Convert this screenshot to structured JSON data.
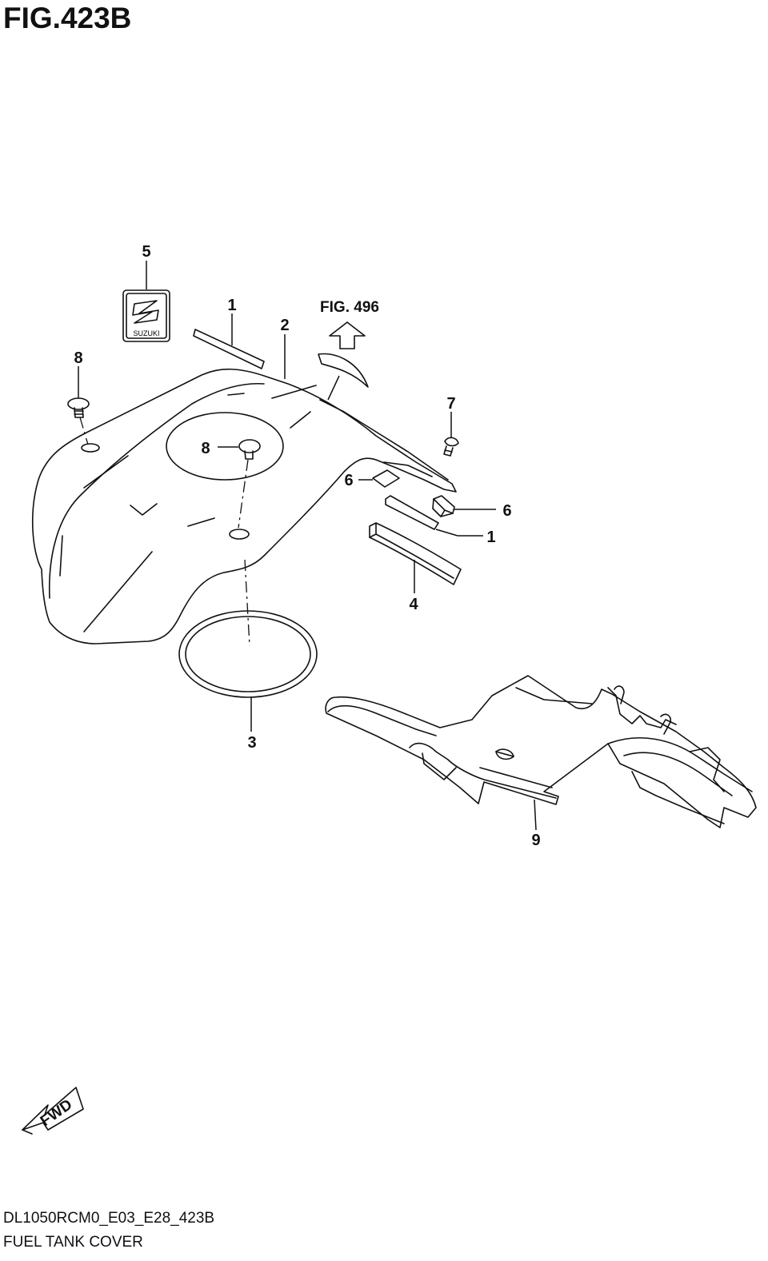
{
  "figure": {
    "title": "FIG.423B",
    "reference_link": "FIG. 496",
    "fwd_label": "FWD",
    "emblem_text": "SUZUKI"
  },
  "callouts": [
    {
      "id": "callout-5",
      "label": "5"
    },
    {
      "id": "callout-1a",
      "label": "1"
    },
    {
      "id": "callout-2",
      "label": "2"
    },
    {
      "id": "callout-8a",
      "label": "8"
    },
    {
      "id": "callout-8b",
      "label": "8"
    },
    {
      "id": "callout-7",
      "label": "7"
    },
    {
      "id": "callout-6a",
      "label": "6"
    },
    {
      "id": "callout-6b",
      "label": "6"
    },
    {
      "id": "callout-1b",
      "label": "1"
    },
    {
      "id": "callout-4",
      "label": "4"
    },
    {
      "id": "callout-3",
      "label": "3"
    },
    {
      "id": "callout-9",
      "label": "9"
    }
  ],
  "footer": {
    "model_code": "DL1050RCM0_E03_E28_423B",
    "section_name": "FUEL TANK COVER"
  }
}
